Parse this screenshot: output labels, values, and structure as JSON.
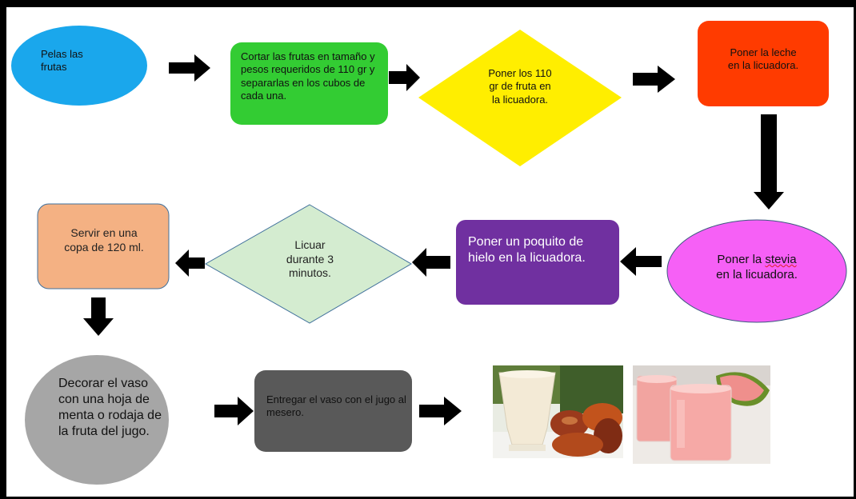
{
  "steps": {
    "s1": "Pelas las\nfrutas",
    "s2": "Cortar las frutas en tamaño y pesos requeridos de 110 gr y separarlas en los cubos de cada una.",
    "s3": "Poner los 110\ngr de fruta en\nla licuadora.",
    "s4": "Poner la leche\nen la licuadora.",
    "s5a": "Poner la ",
    "s5b": "stevia",
    "s5c": "en la licuadora.",
    "s6": "Poner un poquito de hielo en la licuadora.",
    "s7": "Licuar\ndurante 3\nminutos.",
    "s8": "Servir en una\ncopa de 120 ml.",
    "s9": "Decorar el vaso con una hoja de menta o rodaja de la fruta del jugo.",
    "s10": "Entregar el vaso con el jugo al mesero."
  },
  "colors": {
    "s1": "#1aa7ec",
    "s2": "#33cc33",
    "s3": "#ffee00",
    "s4": "#ff3b00",
    "s5": "#f660f6",
    "s6": "#7030a0",
    "s7": "#d4ecd0",
    "s8": "#f4b183",
    "s9": "#a6a6a6",
    "s10": "#595959"
  },
  "photos": [
    "milkshake-photo",
    "pink-juice-photo"
  ]
}
